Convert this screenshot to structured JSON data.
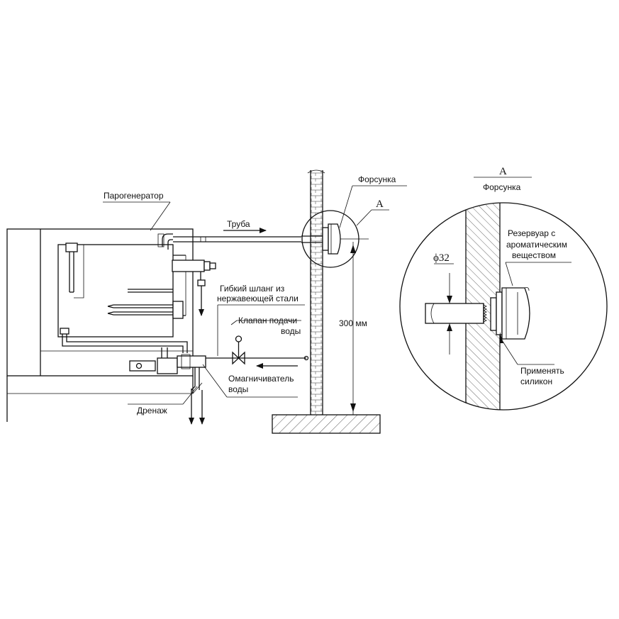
{
  "labels": {
    "steam_generator": "Парогенератор",
    "pipe": "Труба",
    "flexible_hose_line1": "Гибкий шланг из",
    "flexible_hose_line2": "нержавеющей стали",
    "water_valve_line1": "Клапан подачи",
    "water_valve_line2": "воды",
    "water_magnetizer_line1": "Омагничиватель",
    "water_magnetizer_line2": "воды",
    "drain": "Дренаж",
    "nozzle": "Форсунка",
    "section_marker": "A",
    "distance": "300 мм",
    "detail_title": "A",
    "detail_subtitle": "Форсунка",
    "reservoir_line1": "Резервуар с",
    "reservoir_line2": "ароматическим",
    "reservoir_line3": "веществом",
    "diameter": "ϕ32",
    "silicone_line1": "Применять",
    "silicone_line2": "силикон"
  }
}
